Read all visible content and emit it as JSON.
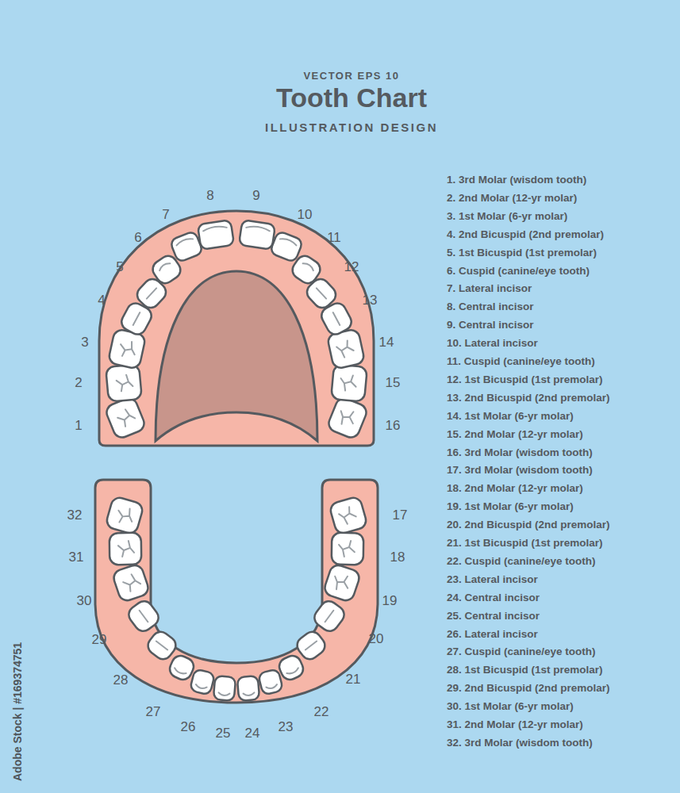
{
  "diagram": {
    "title": "Tooth Chart",
    "labels": [
      "VECTOR EPS 10",
      "ILLUSTRATION DESIGN",
      "1",
      "2",
      "3",
      "4",
      "5",
      "6",
      "7",
      "8",
      "9",
      "10",
      "11",
      "12",
      "13",
      "14",
      "15",
      "16",
      "17",
      "18",
      "19",
      "20",
      "21",
      "22",
      "23",
      "24",
      "25",
      "26",
      "27",
      "28",
      "29",
      "30",
      "31",
      "32",
      "1. 3rd Molar (wisdom tooth)",
      "2. 2nd Molar (12-yr molar)",
      "3. 1st Molar (6-yr molar)",
      "4. 2nd Bicuspid (2nd premolar)",
      "5. 1st Bicuspid (1st premolar)",
      "6. Cuspid (canine/eye tooth)",
      "7. Lateral incisor",
      "8. Central incisor",
      "9. Central incisor",
      "10. Lateral incisor",
      "11. Cuspid (canine/eye tooth)",
      "12. 1st Bicuspid (1st premolar)",
      "13. 2nd Bicuspid (2nd premolar)",
      "14. 1st Molar (6-yr molar)",
      "15. 2nd Molar (12-yr molar)",
      "16. 3rd Molar (wisdom tooth)",
      "17. 3rd Molar (wisdom tooth)",
      "18. 2nd Molar (12-yr molar)",
      "19. 1st Molar (6-yr molar)",
      "20. 2nd Bicuspid (2nd premolar)",
      "21. 1st Bicuspid (1st premolar)",
      "22. Cuspid (canine/eye tooth)",
      "23. Lateral incisor",
      "24. Central incisor",
      "25. Central incisor",
      "26. Lateral incisor",
      "27. Cuspid (canine/eye tooth)",
      "28. 1st Bicuspid (1st premolar)",
      "29. 2nd Bicuspid (2nd premolar)",
      "30. 1st Molar (6-yr molar)",
      "31. 2nd Molar (12-yr molar)",
      "32. 3rd Molar (wisdom tooth)",
      "Adobe Stock | #169374751"
    ]
  }
}
